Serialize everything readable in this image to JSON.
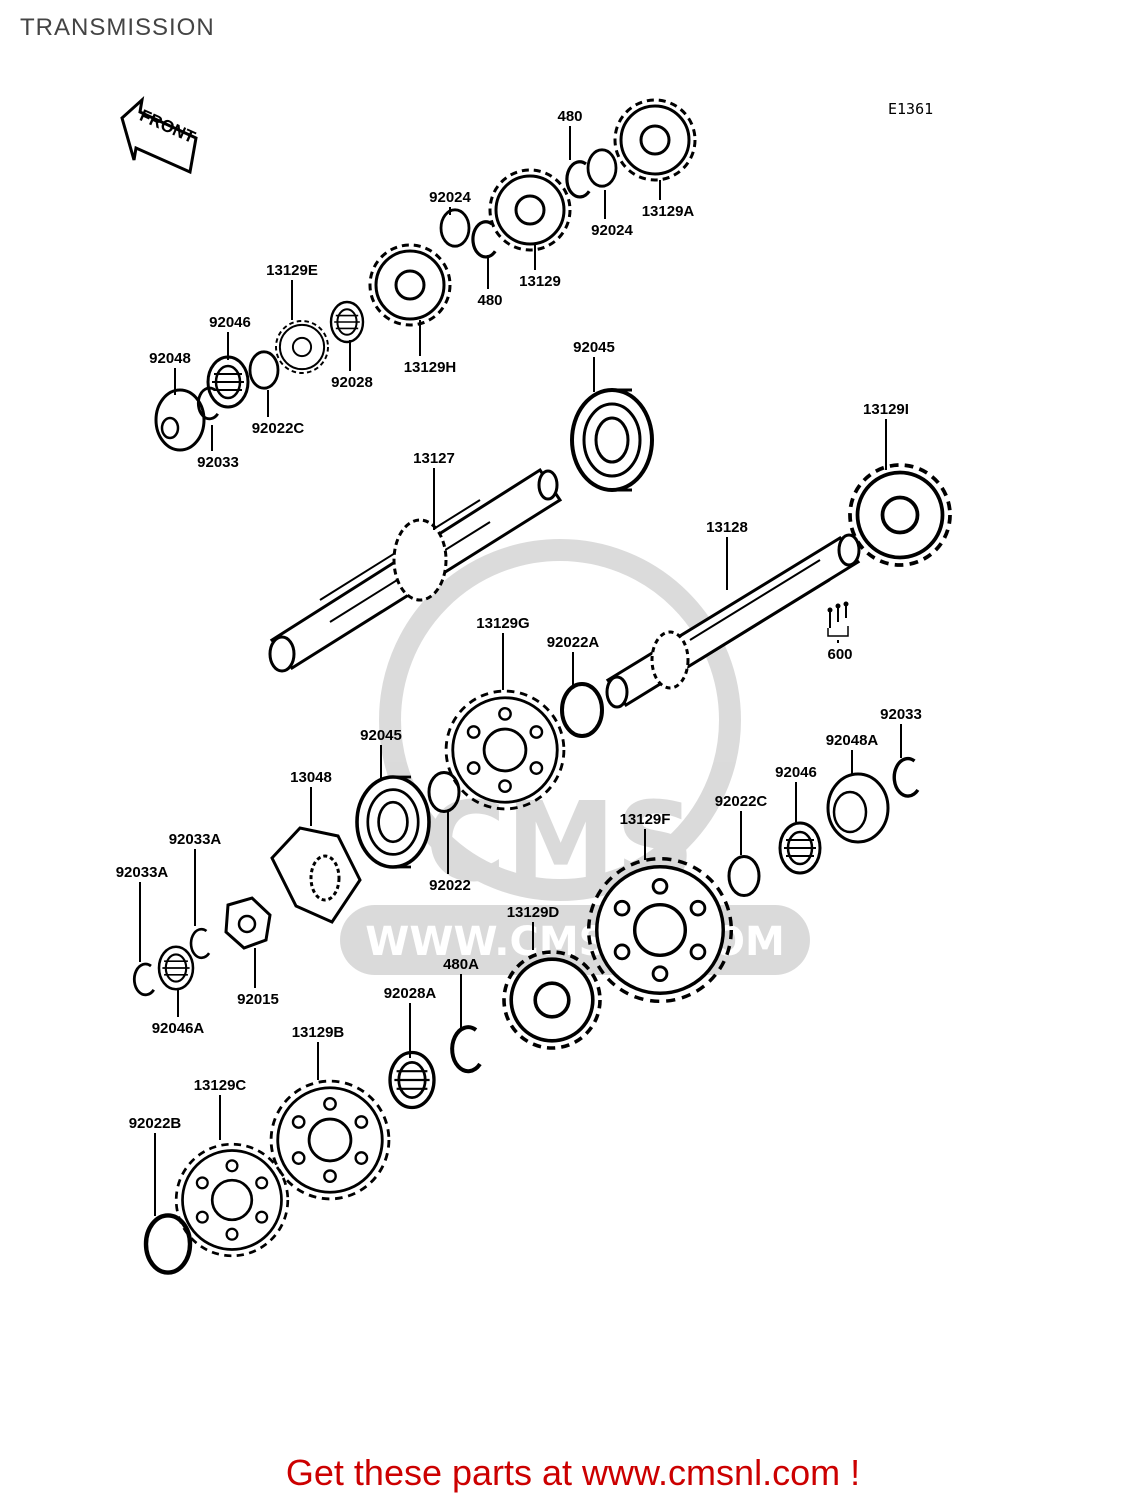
{
  "title": "TRANSMISSION",
  "diagram_code": "E1361",
  "front_label": "FRONT",
  "watermark": {
    "logo_text": "CMS",
    "url_text": "WWW.CMSNL.COM"
  },
  "promo": {
    "text": "Get these parts at www.cmsnl.com !",
    "color": "#cc0000"
  },
  "parts": [
    {
      "id": "p480_top",
      "number": "480"
    },
    {
      "id": "p92024_a",
      "number": "92024"
    },
    {
      "id": "p92024_b",
      "number": "92024"
    },
    {
      "id": "p13129A",
      "number": "13129A"
    },
    {
      "id": "p480_b",
      "number": "480"
    },
    {
      "id": "p13129",
      "number": "13129"
    },
    {
      "id": "p13129E",
      "number": "13129E"
    },
    {
      "id": "p92046_a",
      "number": "92046"
    },
    {
      "id": "p92048",
      "number": "92048"
    },
    {
      "id": "p92028",
      "number": "92028"
    },
    {
      "id": "p13129H",
      "number": "13129H"
    },
    {
      "id": "p92022C_a",
      "number": "92022C"
    },
    {
      "id": "p92033_a",
      "number": "92033"
    },
    {
      "id": "p92045_a",
      "number": "92045"
    },
    {
      "id": "p13129I",
      "number": "13129I"
    },
    {
      "id": "p13127",
      "number": "13127"
    },
    {
      "id": "p13128",
      "number": "13128"
    },
    {
      "id": "p600",
      "number": "600"
    },
    {
      "id": "p13129G",
      "number": "13129G"
    },
    {
      "id": "p92022A",
      "number": "92022A"
    },
    {
      "id": "p92033_b",
      "number": "92033"
    },
    {
      "id": "p92045_b",
      "number": "92045"
    },
    {
      "id": "p92048A",
      "number": "92048A"
    },
    {
      "id": "p13048",
      "number": "13048"
    },
    {
      "id": "p92046_b",
      "number": "92046"
    },
    {
      "id": "p92022C_b",
      "number": "92022C"
    },
    {
      "id": "p13129F",
      "number": "13129F"
    },
    {
      "id": "p92033A_a",
      "number": "92033A"
    },
    {
      "id": "p92033A_b",
      "number": "92033A"
    },
    {
      "id": "p92022",
      "number": "92022"
    },
    {
      "id": "p13129D",
      "number": "13129D"
    },
    {
      "id": "p92015",
      "number": "92015"
    },
    {
      "id": "p480A",
      "number": "480A"
    },
    {
      "id": "p92028A",
      "number": "92028A"
    },
    {
      "id": "p92046A",
      "number": "92046A"
    },
    {
      "id": "p13129B",
      "number": "13129B"
    },
    {
      "id": "p13129C",
      "number": "13129C"
    },
    {
      "id": "p92022B",
      "number": "92022B"
    }
  ]
}
